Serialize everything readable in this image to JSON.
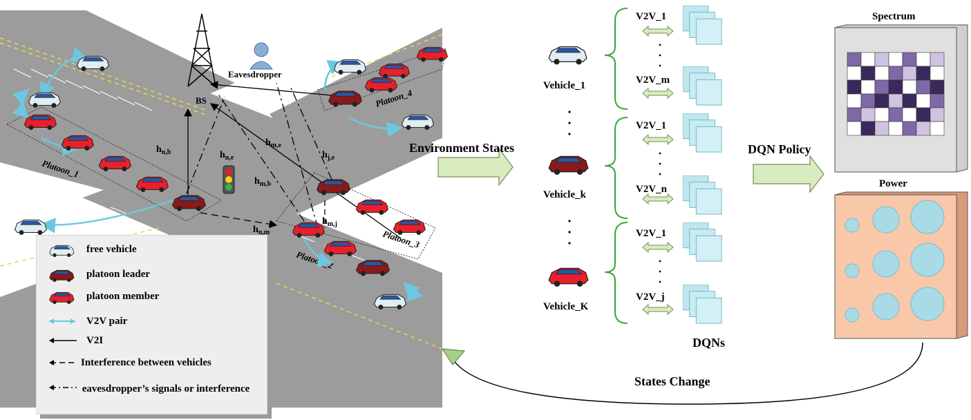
{
  "left_scene": {
    "bs_label": "BS",
    "eavesdropper_label": "Eavesdropper",
    "platoons": [
      "Platoon_1",
      "Platoon_2",
      "Platoon_3",
      "Platoon_4"
    ],
    "channel_labels": {
      "h_nb": "hn,b",
      "h_ne": "hn,e",
      "h_mb": "hm,b",
      "h_me": "hm,e",
      "h_je": "hj,e",
      "h_nm": "hn,m",
      "h_mj": "hm,j"
    }
  },
  "legend": {
    "free_vehicle": "free vehicle",
    "platoon_leader": "platoon leader",
    "platoon_member": "platoon member",
    "v2v_pair": "V2V pair",
    "v2i": "V2I",
    "interference": "Interference between vehicles",
    "eavesdropper_signals": "eavesdropper’s signals or interference"
  },
  "middle": {
    "environment_states": "Environment States",
    "vehicles": [
      "Vehicle_1",
      "Vehicle_k",
      "Vehicle_K"
    ],
    "groups": [
      [
        "V2V_1",
        "V2V_m"
      ],
      [
        "V2V_1",
        "V2V_n"
      ],
      [
        "V2V_1",
        "V2V_j"
      ]
    ],
    "dqns": "DQNs",
    "dqn_policy": "DQN Policy"
  },
  "right": {
    "spectrum": "Spectrum",
    "power": "Power",
    "spectrum_grid": [
      [
        2,
        0,
        1,
        0,
        2,
        0,
        1
      ],
      [
        0,
        3,
        0,
        2,
        1,
        3,
        0
      ],
      [
        3,
        0,
        2,
        3,
        0,
        2,
        3
      ],
      [
        0,
        2,
        3,
        1,
        3,
        0,
        2
      ],
      [
        2,
        1,
        0,
        2,
        0,
        3,
        1
      ],
      [
        0,
        3,
        1,
        0,
        2,
        1,
        0
      ]
    ],
    "spectrum_colors": [
      "#ffffff",
      "#cfc3e2",
      "#7f68a8",
      "#3a2a5c"
    ],
    "power_colors": {
      "panel": "#f8c8a8",
      "circle": "#a8dbe6"
    }
  },
  "bottom": {
    "states_change": "States Change"
  },
  "colors": {
    "road": "#9a9a9a",
    "v2v": "#6cc8e0",
    "car_red": "#e8202a",
    "car_leader": "#8a1a1a",
    "car_free": "#dfeef2",
    "arrow_green": "#d9ecc0"
  }
}
